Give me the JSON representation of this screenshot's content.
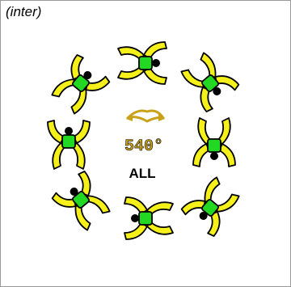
{
  "caption": "(inter)",
  "center": {
    "rotation_text": "540°",
    "group_text": "ALL",
    "rotation_icon": "rotation-arrows-icon"
  },
  "figures": [
    {
      "name": "skydiver-top-left",
      "pose": "diagonal"
    },
    {
      "name": "skydiver-top",
      "pose": "x-spread"
    },
    {
      "name": "skydiver-top-right",
      "pose": "diagonal"
    },
    {
      "name": "skydiver-right",
      "pose": "x-spread-upright"
    },
    {
      "name": "skydiver-bottom-right",
      "pose": "diagonal"
    },
    {
      "name": "skydiver-bottom",
      "pose": "x-spread"
    },
    {
      "name": "skydiver-bottom-left",
      "pose": "diagonal"
    },
    {
      "name": "skydiver-left",
      "pose": "x-spread-upright"
    }
  ],
  "colors": {
    "limb_fill": "#f5f01a",
    "body_fill": "#22d822",
    "outline": "#000000",
    "text_gold": "#c9a21a"
  }
}
